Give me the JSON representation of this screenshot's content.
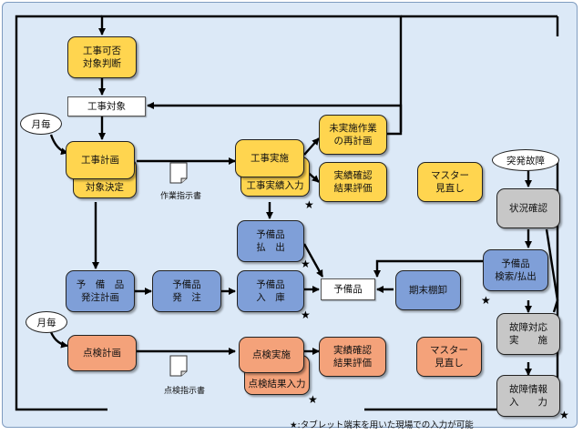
{
  "nodes": {
    "koji_kahi": "工事可否\n対象判断",
    "koji_taisho": "工事対象",
    "tsukigoto_1": "月毎",
    "koji_keikaku": "工事計画",
    "taisho_kettei": "対象決定",
    "sagyo_shijisho": "作業指示書",
    "koji_jisshi": "工事実施",
    "koji_jisseki": "工事実績入力",
    "mijisshi": "未実施作業\nの再計画",
    "jisseki_kakunin_1": "実績確認\n結果評価",
    "master_1": "マスター\n見直し",
    "yobihin_haraidashi": "予備品\n払　出",
    "yobihin_hatchu_keikaku": "予　備　品\n発注計画",
    "yobihin_hatchu": "予備品\n発　注",
    "yobihin_nyuko": "予備品\n入　庫",
    "yobihin": "予備品",
    "kimatsu": "期末棚卸",
    "toppatsu": "突発故障",
    "jokyo_kakunin": "状況確認",
    "yobihin_kensaku": "予備品\n検索/払出",
    "kosho_taio": "故障対応\n実　　施",
    "kosho_joho": "故障情報\n入　　力",
    "tsukigoto_2": "月毎",
    "tenken_keikaku": "点検計画",
    "tenken_shijisho": "点検指示書",
    "tenken_jisshi": "点検実施",
    "tenken_kekka": "点検結果入力",
    "jisseki_kakunin_2": "実績確認\n結果評価",
    "master_2": "マスター\n見直し"
  },
  "star_symbol": "★",
  "footnote": "★:タブレット端末を用いた現場での入力が可能",
  "colors": {
    "background": "#dce9f7",
    "yellow": "#ffd54f",
    "blue": "#7f9fd8",
    "orange": "#f4a27a",
    "gray": "#c7c7c7"
  }
}
